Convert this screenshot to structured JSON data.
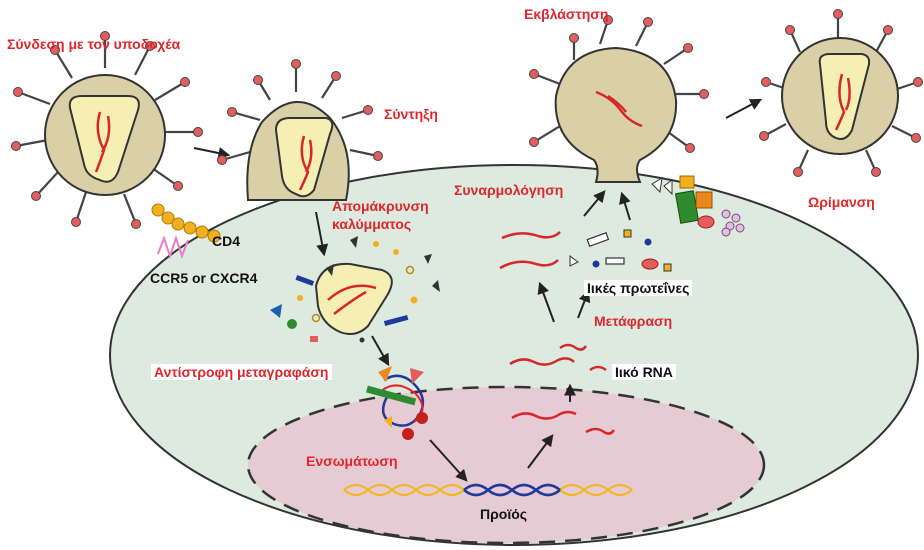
{
  "labels": {
    "binding": "Σύνδεση με τον υποδοχέα",
    "fusion": "Σύντηξη",
    "budding": "Εκβλάστηση",
    "maturation": "Ωρίμανση",
    "uncoating_line1": "Απομάκρυνση",
    "uncoating_line2": "καλύμματος",
    "assembly": "Συναρμολόγηση",
    "cd4": "CD4",
    "coreceptor": "CCR5 or CXCR4",
    "viral_proteins": "Ιικές πρωτεΐνες",
    "translation": "Μετάφραση",
    "reverse_transcription": "Αντίστροφη μεταγραφάση",
    "viral_rna": "Ιικό RNA",
    "integration": "Ενσωμάτωση",
    "provirus": "Προϊός"
  },
  "colors": {
    "label_red": "#e0262b",
    "virus_fill": "#d9d0a8",
    "capsid_fill": "#f6efb3",
    "rna_red": "#d8262b",
    "cell_fill": "#dceadf",
    "nucleus_fill": "#e6cbd5",
    "receptor_cd4": "#f2b01e",
    "coreceptor": "#e77fc2",
    "dna_blue": "#1f3a9b",
    "dna_gold": "#f0b829",
    "spike": "#444444",
    "spike_tip": "#e35d5d"
  }
}
